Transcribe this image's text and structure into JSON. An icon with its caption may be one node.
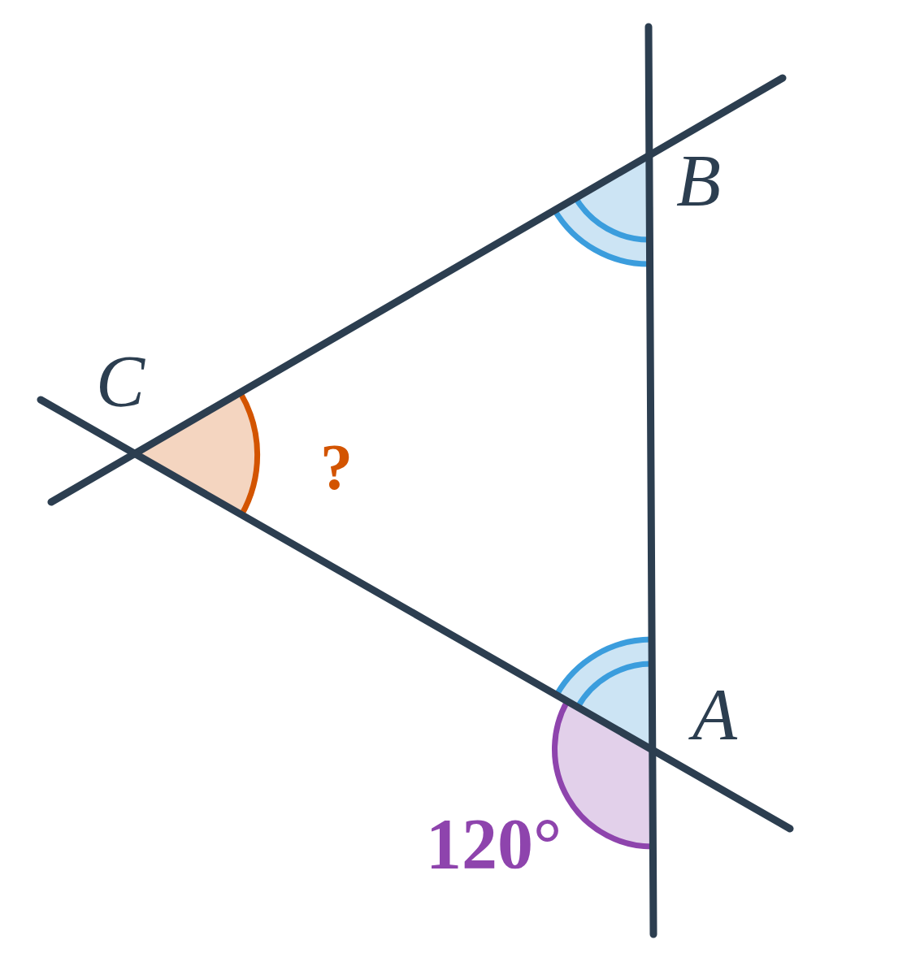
{
  "diagram": {
    "labels": [
      "B",
      "C",
      "?",
      "A",
      "120°"
    ]
  }
}
